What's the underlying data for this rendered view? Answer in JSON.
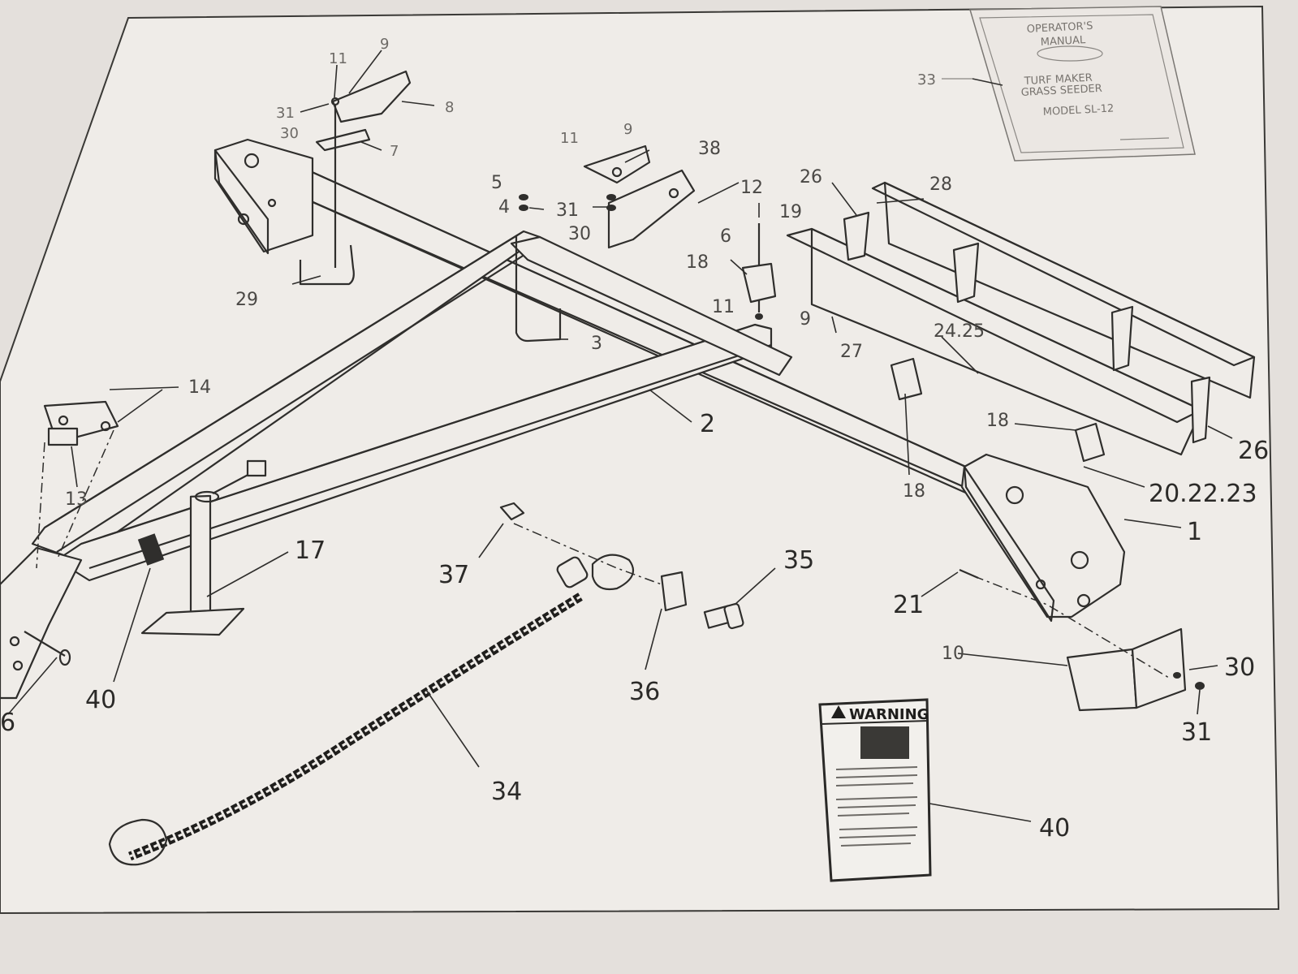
{
  "labels": {
    "l1": "1",
    "l2": "2",
    "l3": "3",
    "l4": "4",
    "l5": "5",
    "l6a": "6",
    "l6b": "6",
    "l7": "7",
    "l8": "8",
    "l9a": "9",
    "l9b": "9",
    "l9c": "9",
    "l10": "10",
    "l11a": "11",
    "l11b": "11",
    "l11c": "11",
    "l12": "12",
    "l13": "13",
    "l14": "14",
    "l17": "17",
    "l18a": "18",
    "l18b": "18",
    "l18c": "18",
    "l19": "19",
    "l20": "20.22.23",
    "l21": "21",
    "l24": "24.25",
    "l26a": "26",
    "l26b": "26",
    "l27": "27",
    "l28": "28",
    "l29": "29",
    "l30a": "30",
    "l30b": "30",
    "l30c": "30",
    "l31a": "31",
    "l31b": "31",
    "l31c": "31",
    "l33": "33",
    "l34": "34",
    "l35": "35",
    "l36": "36",
    "l37": "37",
    "l38": "38",
    "l40a": "40",
    "l40b": "40"
  },
  "warning": {
    "title": "WARNING"
  },
  "colors": {
    "paper": "#efece8",
    "background": "#e4e0dc",
    "ink": "#2f2e2c"
  },
  "icons": {
    "warning_triangle": "warning-triangle-icon"
  }
}
